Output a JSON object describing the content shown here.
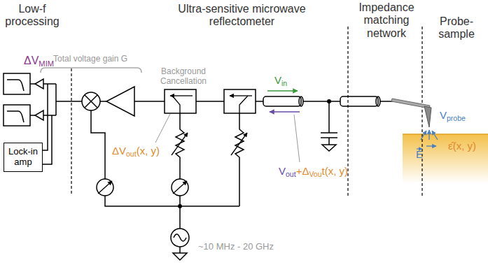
{
  "diagram": {
    "nodes": [
      {
        "text": [
          "Lock-in amp"
        ]
      }
    ],
    "labels": [
      "Low-f processing",
      "Ultra-sensitive microwave reflectometer",
      "Impedance matching network",
      "Probe-sample",
      "ΔVMIM",
      "Total voltage gain G",
      "Background Cancellation",
      "Vin",
      "ΔVout(x, y)",
      "Vout+ΔVout(x, y)",
      "Vprobe",
      "ε̂(x, y)",
      "E",
      "~10 MHz - 20 GHz"
    ]
  }
}
